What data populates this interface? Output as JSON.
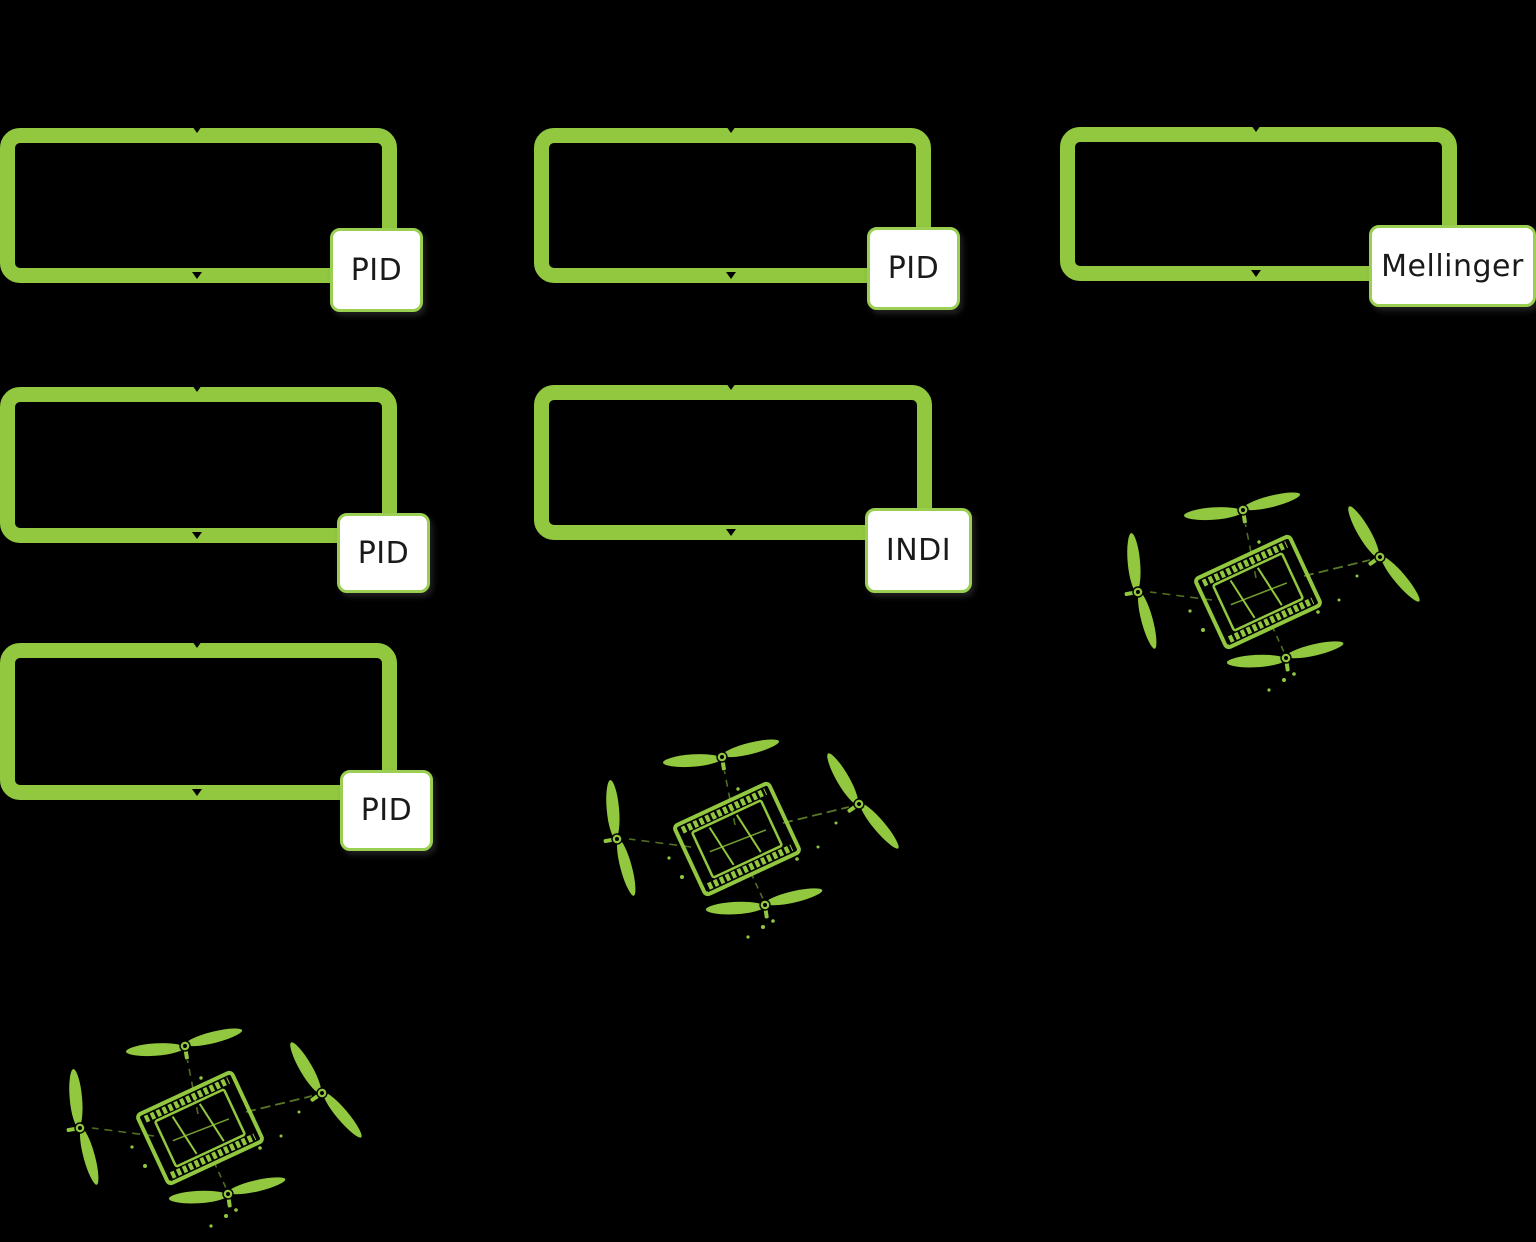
{
  "colors": {
    "background": "#000000",
    "loop_green": "#92c83f",
    "label_background": "#ffffff",
    "label_border_green": "#9bcf52",
    "label_text": "#1a1a1a"
  },
  "diagram": {
    "description_visible_text_only": true,
    "loops": [
      {
        "id": "loop-1",
        "controller": "PID"
      },
      {
        "id": "loop-2",
        "controller": "PID"
      },
      {
        "id": "loop-3",
        "controller": "Mellinger"
      },
      {
        "id": "loop-4",
        "controller": "PID"
      },
      {
        "id": "loop-5",
        "controller": "INDI"
      },
      {
        "id": "loop-6",
        "controller": "PID"
      }
    ],
    "icons": {
      "drone_icon": "quadcopter-drone-icon",
      "drone_count": 3
    }
  }
}
